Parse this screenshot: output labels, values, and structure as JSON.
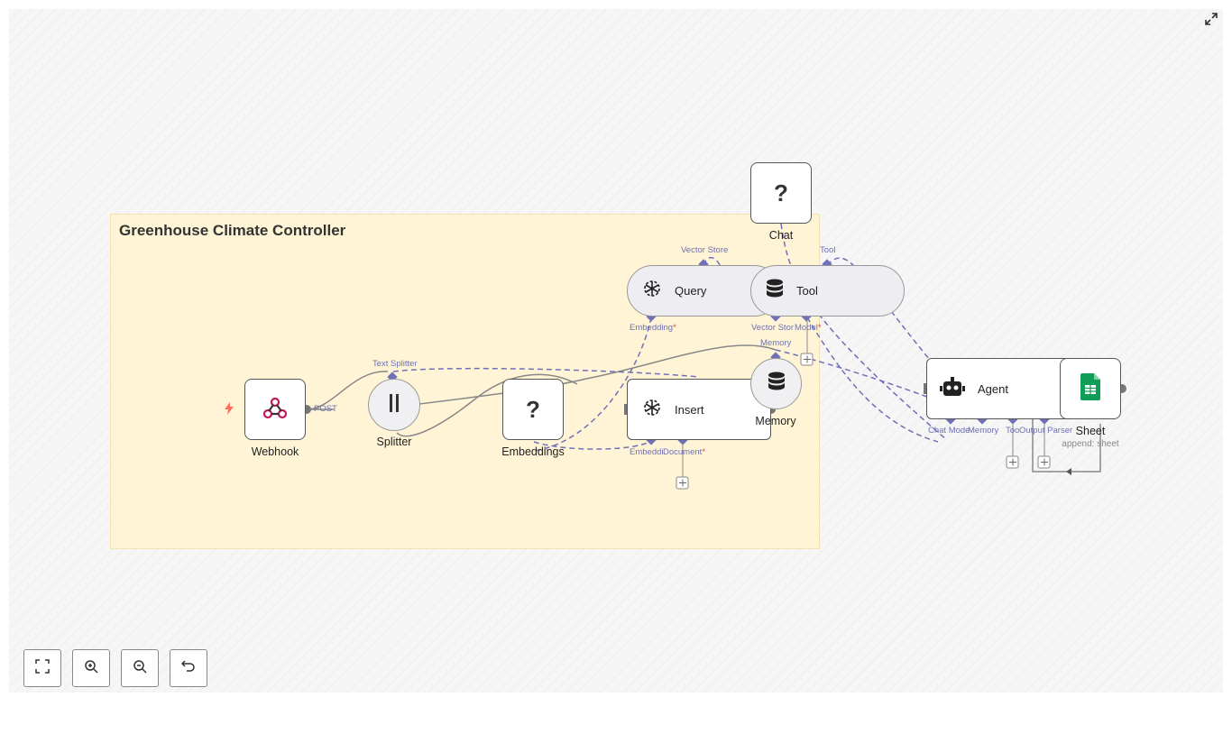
{
  "sticky": {
    "title": "Greenhouse Climate Controller"
  },
  "nodes": {
    "webhook": "Webhook",
    "splitter": "Splitter",
    "embeddings": "Embeddings",
    "insert": "Insert",
    "query": "Query",
    "tool": "Tool",
    "memory": "Memory",
    "chat": "Chat",
    "agent": "Agent",
    "sheet": "Sheet",
    "sheet_sub": "append: sheet"
  },
  "ports": {
    "post": "POST",
    "text_splitter": "Text Splitter",
    "vector_store": "Vector Store",
    "tool": "Tool",
    "embedding": "Embedding",
    "vector_store_short": "Vector Stor",
    "model": "Model",
    "memory": "Memory",
    "embedding_short": "Embeddi",
    "document": "Document",
    "chat_model": "Chat Mode",
    "agent_memory": "Memory",
    "tool_short": "Too",
    "output_parser": "Output Parser",
    "required_mark": "*"
  },
  "icons": {
    "webhook": "webhook-icon",
    "splitter": "splitter-icon",
    "embeddings": "question-icon",
    "insert": "openai-icon",
    "query": "openai-icon",
    "tool": "database-icon",
    "memory": "database-icon",
    "chat": "question-icon",
    "agent": "robot-icon",
    "sheet": "google-sheets-icon",
    "trigger": "lightning-icon"
  },
  "colors": {
    "accent": "#7070b8",
    "sticky": "#fff5d6",
    "trigger": "#ff6d5a",
    "sheets": "#0f9d58"
  },
  "controls": {
    "fit": "fit-view-icon",
    "zoom_in": "zoom-in-icon",
    "zoom_out": "zoom-out-icon",
    "undo": "undo-icon"
  }
}
